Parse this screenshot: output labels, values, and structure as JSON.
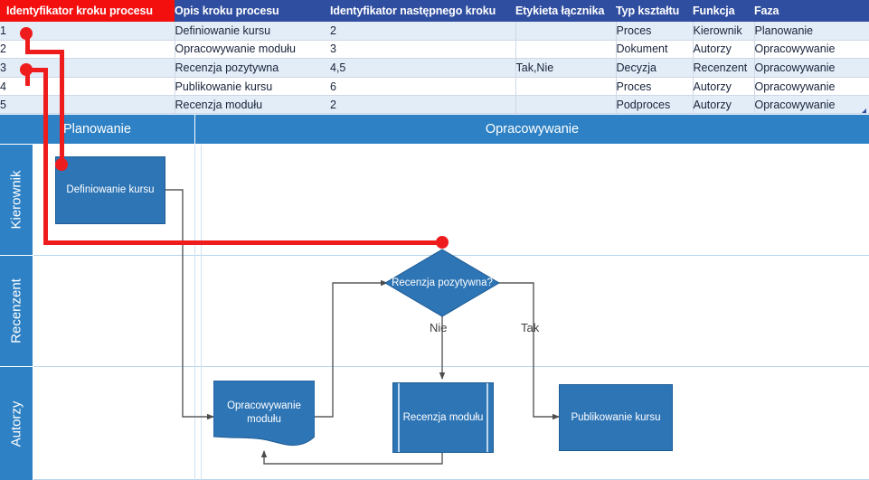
{
  "table": {
    "columns": [
      "Identyfikator kroku procesu",
      "Opis kroku procesu",
      "Identyfikator następnego kroku",
      "Etykieta łącznika",
      "Typ kształtu",
      "Funkcja",
      "Faza"
    ],
    "rows": [
      {
        "id": "1",
        "opis": "Definiowanie kursu",
        "next": "2",
        "etykieta": "",
        "typ": "Proces",
        "funkcja": "Kierownik",
        "faza": "Planowanie"
      },
      {
        "id": "2",
        "opis": "Opracowywanie modułu",
        "next": "3",
        "etykieta": "",
        "typ": "Dokument",
        "funkcja": "Autorzy",
        "faza": "Opracowywanie"
      },
      {
        "id": "3",
        "opis": "Recenzja pozytywna",
        "next": "4,5",
        "etykieta": "Tak,Nie",
        "typ": "Decyzja",
        "funkcja": "Recenzent",
        "faza": "Opracowywanie"
      },
      {
        "id": "4",
        "opis": "Publikowanie kursu",
        "next": "6",
        "etykieta": "",
        "typ": "Proces",
        "funkcja": "Autorzy",
        "faza": "Opracowywanie"
      },
      {
        "id": "5",
        "opis": "Recenzja modułu",
        "next": "2",
        "etykieta": "",
        "typ": "Podproces",
        "funkcja": "Autorzy",
        "faza": "Opracowywanie"
      }
    ]
  },
  "diagram": {
    "phases": [
      {
        "label": "Planowanie"
      },
      {
        "label": "Opracowywanie"
      }
    ],
    "lanes": [
      {
        "label": "Kierownik"
      },
      {
        "label": "Recenzent"
      },
      {
        "label": "Autorzy"
      }
    ],
    "shapes": [
      {
        "key": "definiowanie",
        "label": "Definiowanie kursu",
        "type": "proces"
      },
      {
        "key": "recenzja_pozytywna",
        "label": "Recenzja pozytywna?",
        "type": "decyzja"
      },
      {
        "key": "opracowywanie_modulu",
        "label": "Opracowywanie modułu",
        "type": "dokument"
      },
      {
        "key": "recenzja_modulu",
        "label": "Recenzja modułu",
        "type": "podproces"
      },
      {
        "key": "publikowanie",
        "label": "Publikowanie kursu",
        "type": "proces"
      }
    ],
    "connector_labels": [
      {
        "key": "nie",
        "label": "Nie"
      },
      {
        "key": "tak",
        "label": "Tak"
      }
    ]
  },
  "colors": {
    "header_blue": "#2F4E9F",
    "header_highlight_red": "#F40F0F",
    "shape_blue": "#2E75B6",
    "lane_blue": "#2E81C4",
    "row_stripe": "#E3EDF8",
    "annotation_red": "#EE1C1C"
  }
}
